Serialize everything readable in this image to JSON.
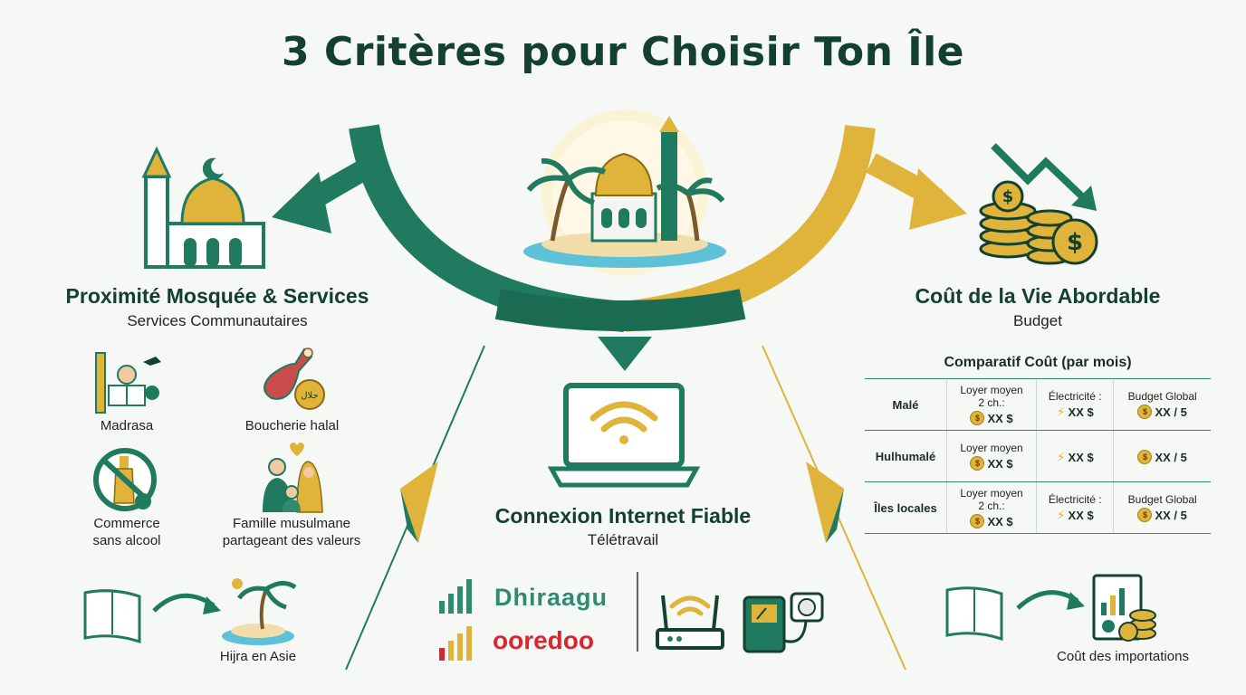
{
  "title": "3 Critères pour Choisir Ton Île",
  "left": {
    "heading": "Proximité Mosquée & Services",
    "subheading": "Services Communautaires",
    "items": [
      {
        "label": "Madrasa"
      },
      {
        "label": "Boucherie halal"
      },
      {
        "label": "Commerce\nsans alcool"
      },
      {
        "label": "Famille musulmane\npartageant des valeurs"
      }
    ],
    "hijra_label": "Hijra en Asie"
  },
  "center": {
    "heading": "Connexion Internet Fiable",
    "subheading": "Télétravail",
    "providers": [
      "Dhiraagu",
      "ooredoo"
    ]
  },
  "right": {
    "heading": "Coût de la Vie Abordable",
    "subheading": "Budget",
    "table": {
      "title": "Comparatif Coût (par mois)",
      "rows": [
        {
          "island": "Malé",
          "rent_label": "Loyer moyen\n2 ch.:",
          "rent": "XX $",
          "elec_label": "Électricité :",
          "elec": "XX $",
          "budget_label": "Budget Global",
          "budget": "XX / 5"
        },
        {
          "island": "Hulhumalé",
          "rent_label": "Loyer moyen",
          "rent": "XX $",
          "elec_label": "",
          "elec": "XX $",
          "budget_label": "",
          "budget": "XX / 5"
        },
        {
          "island": "Îles locales",
          "rent_label": "Loyer moyen\n2 ch.:",
          "rent": "XX $",
          "elec_label": "Électricité :",
          "elec": "XX $",
          "budget_label": "Budget Global",
          "budget": "XX / 5"
        }
      ]
    },
    "imports_label": "Coût des importations"
  },
  "colors": {
    "green": "#1f7a5f",
    "dark_green": "#13402f",
    "gold": "#e0b33a",
    "red": "#d9272e"
  }
}
